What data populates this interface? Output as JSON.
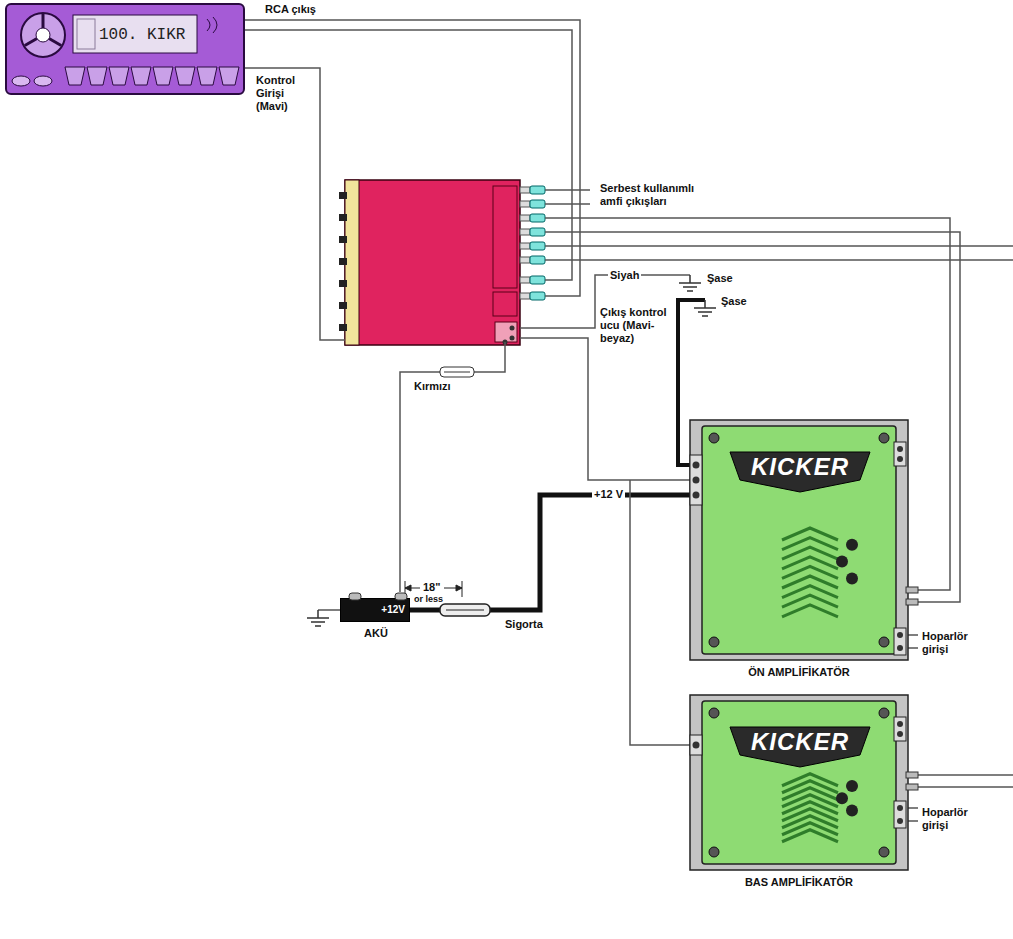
{
  "diagram": {
    "nodes": [
      {
        "text": [
          "100. KIKR"
        ]
      },
      {
        "text": [
          "KICKER",
          "ÖN AMPLİFİKATÖR"
        ]
      },
      {
        "text": [
          "+12V",
          "AKÜ"
        ]
      },
      {
        "text": [
          "KICKER",
          "BAS AMPLİFİKATÖR"
        ]
      }
    ],
    "edges": [
      {
        "from": 2,
        "to": 1,
        "arrow": "none",
        "label": "+12 V"
      }
    ],
    "labels": [
      "RCA çıkış",
      "Kontrol Girişi (Mavi)",
      "Serbest kullanımlı amfi çıkışları",
      "Siyah",
      "Şase",
      "Şase",
      "Çıkış kontrol ucu (Mavi-beyaz)",
      "Kırmızı",
      "18\"",
      "or less",
      "Sigorta",
      "Hoparlör girişi",
      "Hoparlör girişi"
    ]
  }
}
